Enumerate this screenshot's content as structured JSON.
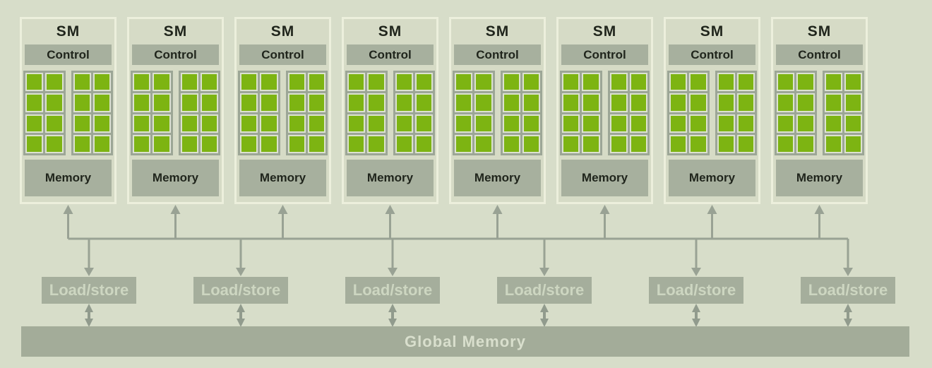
{
  "diagram": {
    "sm_units": [
      {
        "title": "SM",
        "control_label": "Control",
        "memory_label": "Memory",
        "core_groups": 2,
        "cores_per_group": 8
      },
      {
        "title": "SM",
        "control_label": "Control",
        "memory_label": "Memory",
        "core_groups": 2,
        "cores_per_group": 8
      },
      {
        "title": "SM",
        "control_label": "Control",
        "memory_label": "Memory",
        "core_groups": 2,
        "cores_per_group": 8
      },
      {
        "title": "SM",
        "control_label": "Control",
        "memory_label": "Memory",
        "core_groups": 2,
        "cores_per_group": 8
      },
      {
        "title": "SM",
        "control_label": "Control",
        "memory_label": "Memory",
        "core_groups": 2,
        "cores_per_group": 8
      },
      {
        "title": "SM",
        "control_label": "Control",
        "memory_label": "Memory",
        "core_groups": 2,
        "cores_per_group": 8
      },
      {
        "title": "SM",
        "control_label": "Control",
        "memory_label": "Memory",
        "core_groups": 2,
        "cores_per_group": 8
      },
      {
        "title": "SM",
        "control_label": "Control",
        "memory_label": "Memory",
        "core_groups": 2,
        "cores_per_group": 8
      }
    ],
    "load_store_units": [
      {
        "label": "Load/store"
      },
      {
        "label": "Load/store"
      },
      {
        "label": "Load/store"
      },
      {
        "label": "Load/store"
      },
      {
        "label": "Load/store"
      },
      {
        "label": "Load/store"
      }
    ],
    "global_memory": {
      "label": "Global Memory"
    },
    "colors": {
      "page_bg": "#d7ddc9",
      "sm_bg": "#d6dbc6",
      "sm_border": "#ecefdc",
      "box_gray": "#a7b09e",
      "group_gray": "#9ca696",
      "core_green": "#7db412",
      "cell_border": "#dce2d0",
      "label_dark": "#20251c",
      "label_light": "#cdd6c1",
      "ls_bg": "#a5ae9c",
      "gm_bg": "#a3ac99",
      "gm_text": "#d9dfcd",
      "arrow": "#99a294",
      "arrow_dark": "#919b8d"
    }
  }
}
